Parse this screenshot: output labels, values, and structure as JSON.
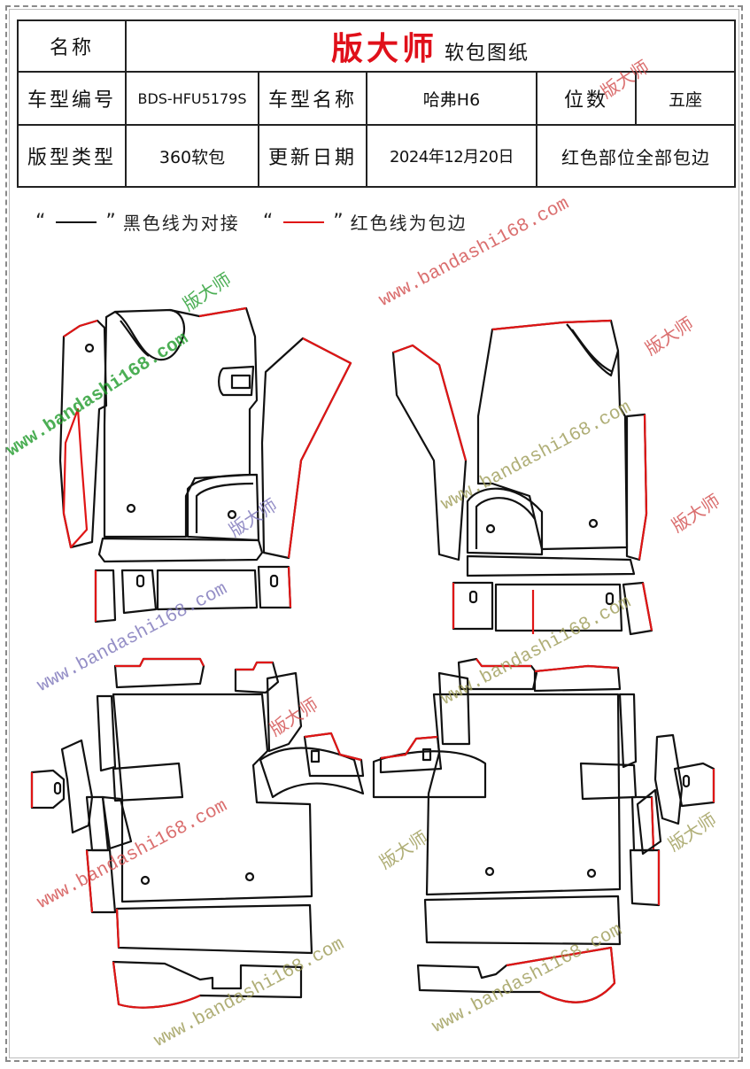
{
  "header": {
    "name_label": "名称",
    "brand": "版大师",
    "brand_sub": "软包图纸",
    "model_code_label": "车型编号",
    "model_code": "BDS-HFU5179S",
    "model_name_label": "车型名称",
    "model_name": "哈弗H6",
    "seats_label": "位数",
    "seats": "五座",
    "pattern_type_label": "版型类型",
    "pattern_type": "360软包",
    "update_label": "更新日期",
    "update_date": "2024年12月20日",
    "note": "红色部位全部包边"
  },
  "legend": {
    "open_quote": "“",
    "close_quote": "”",
    "black_text": "黑色线为对接",
    "red_text": "红色线为包边"
  },
  "watermarks": {
    "site": "www.bandashi168.com",
    "brand": "版大师"
  },
  "colors": {
    "black_line": "#111111",
    "red_line": "#e01515",
    "wm_green": "#1f9a2a",
    "wm_red": "#d24a4a",
    "wm_purple": "#7a73b8",
    "wm_olive": "#9c9a55"
  }
}
